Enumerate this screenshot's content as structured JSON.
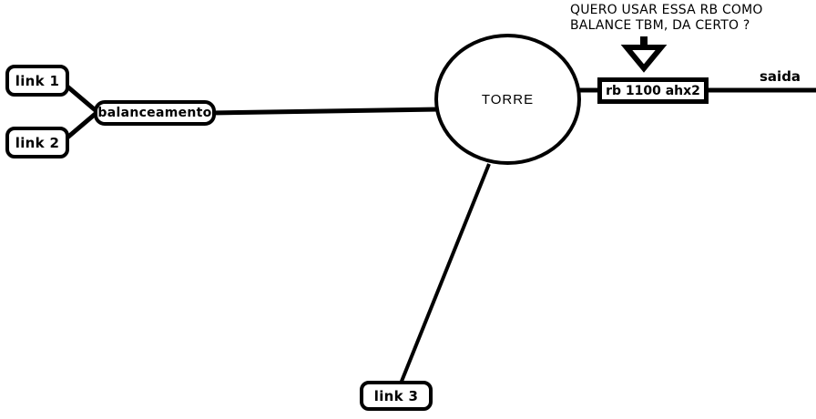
{
  "diagram": {
    "title": "Network topology sketch",
    "colors": {
      "stroke": "#000000",
      "fill": "#ffffff",
      "text": "#000000"
    },
    "annotation": {
      "question_line1": "QUERO USAR ESSA RB COMO",
      "question_line2": "BALANCE TBM, DA CERTO ?",
      "arrow_icon": "arrow-down-icon"
    },
    "nodes": {
      "link1": {
        "label": "link 1"
      },
      "link2": {
        "label": "link 2"
      },
      "link3": {
        "label": "link 3"
      },
      "balanceamento": {
        "label": "balanceamento"
      },
      "torre": {
        "label": "TORRE"
      },
      "router": {
        "label": "rb 1100 ahx2"
      }
    },
    "edges": {
      "saida_label": "saida"
    }
  }
}
